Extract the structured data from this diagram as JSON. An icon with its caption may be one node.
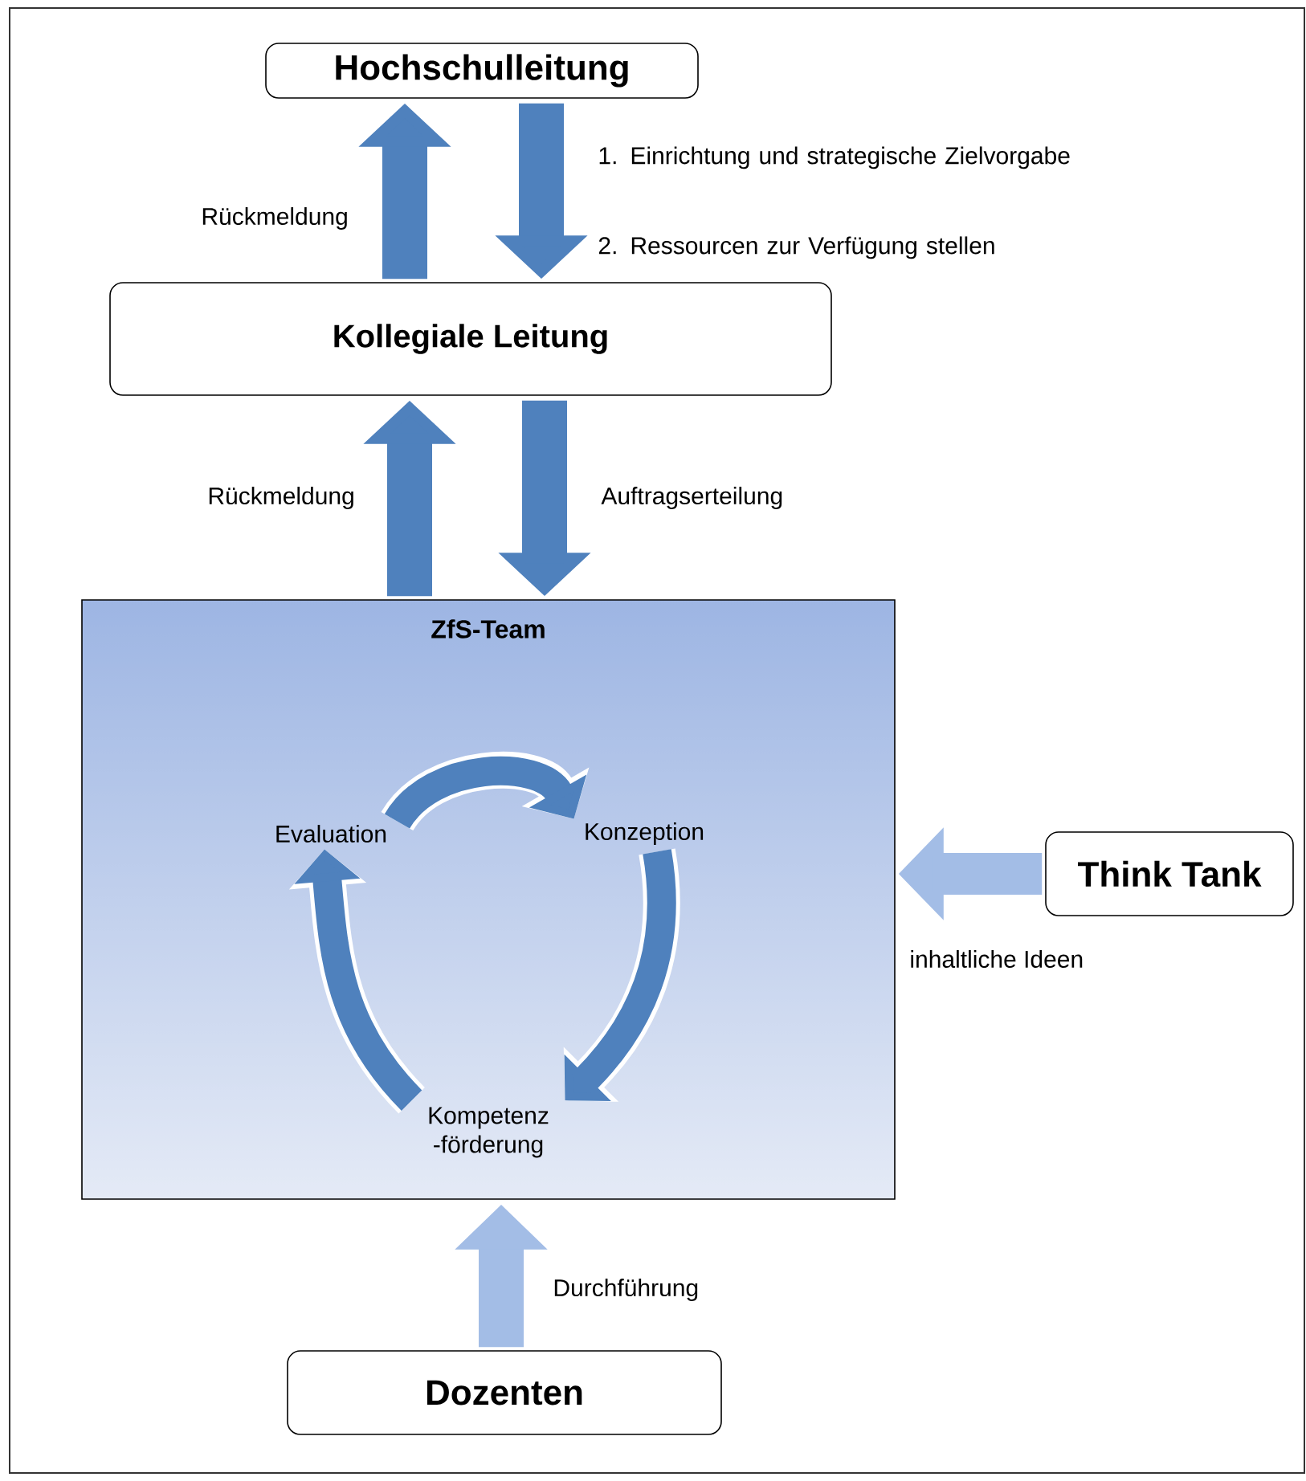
{
  "diagram": {
    "nodes": [
      {
        "text": [
          "Hochschulleitung"
        ]
      },
      {
        "text": [
          "Kollegiale Leitung"
        ]
      },
      {
        "text": [
          "ZfS-Team"
        ]
      },
      {
        "text": [
          "Evaluation"
        ],
        "in": 2
      },
      {
        "text": [
          "Konzeption"
        ],
        "in": 2
      },
      {
        "text": [
          "Kompetenz -förderung"
        ],
        "in": 2
      },
      {
        "text": [
          "Think Tank"
        ]
      },
      {
        "text": [
          "Dozenten"
        ]
      }
    ],
    "edges": [
      {
        "from": 1,
        "to": 0,
        "arrow": "to",
        "label": "Rückmeldung"
      },
      {
        "from": 0,
        "to": 1,
        "arrow": "to"
      },
      {
        "from": 2,
        "to": 1,
        "arrow": "to",
        "label": "Rückmeldung"
      },
      {
        "from": 1,
        "to": 2,
        "arrow": "to",
        "label": "Auftragserteilung"
      },
      {
        "from": 6,
        "to": 2,
        "arrow": "to",
        "label": "inhaltliche Ideen",
        "color": "#a3bde6"
      },
      {
        "from": 7,
        "to": 2,
        "arrow": "to",
        "label": "Durchführung",
        "color": "#a3bde6"
      },
      {
        "from": 3,
        "to": 4,
        "arrow": "to"
      },
      {
        "from": 4,
        "to": 5,
        "arrow": "to"
      },
      {
        "from": 5,
        "to": 3,
        "arrow": "to"
      }
    ],
    "labels": [
      "1. Einrichtung und strategische Zielvorgabe",
      "2. Ressourcen zur Verfügung stellen"
    ]
  }
}
